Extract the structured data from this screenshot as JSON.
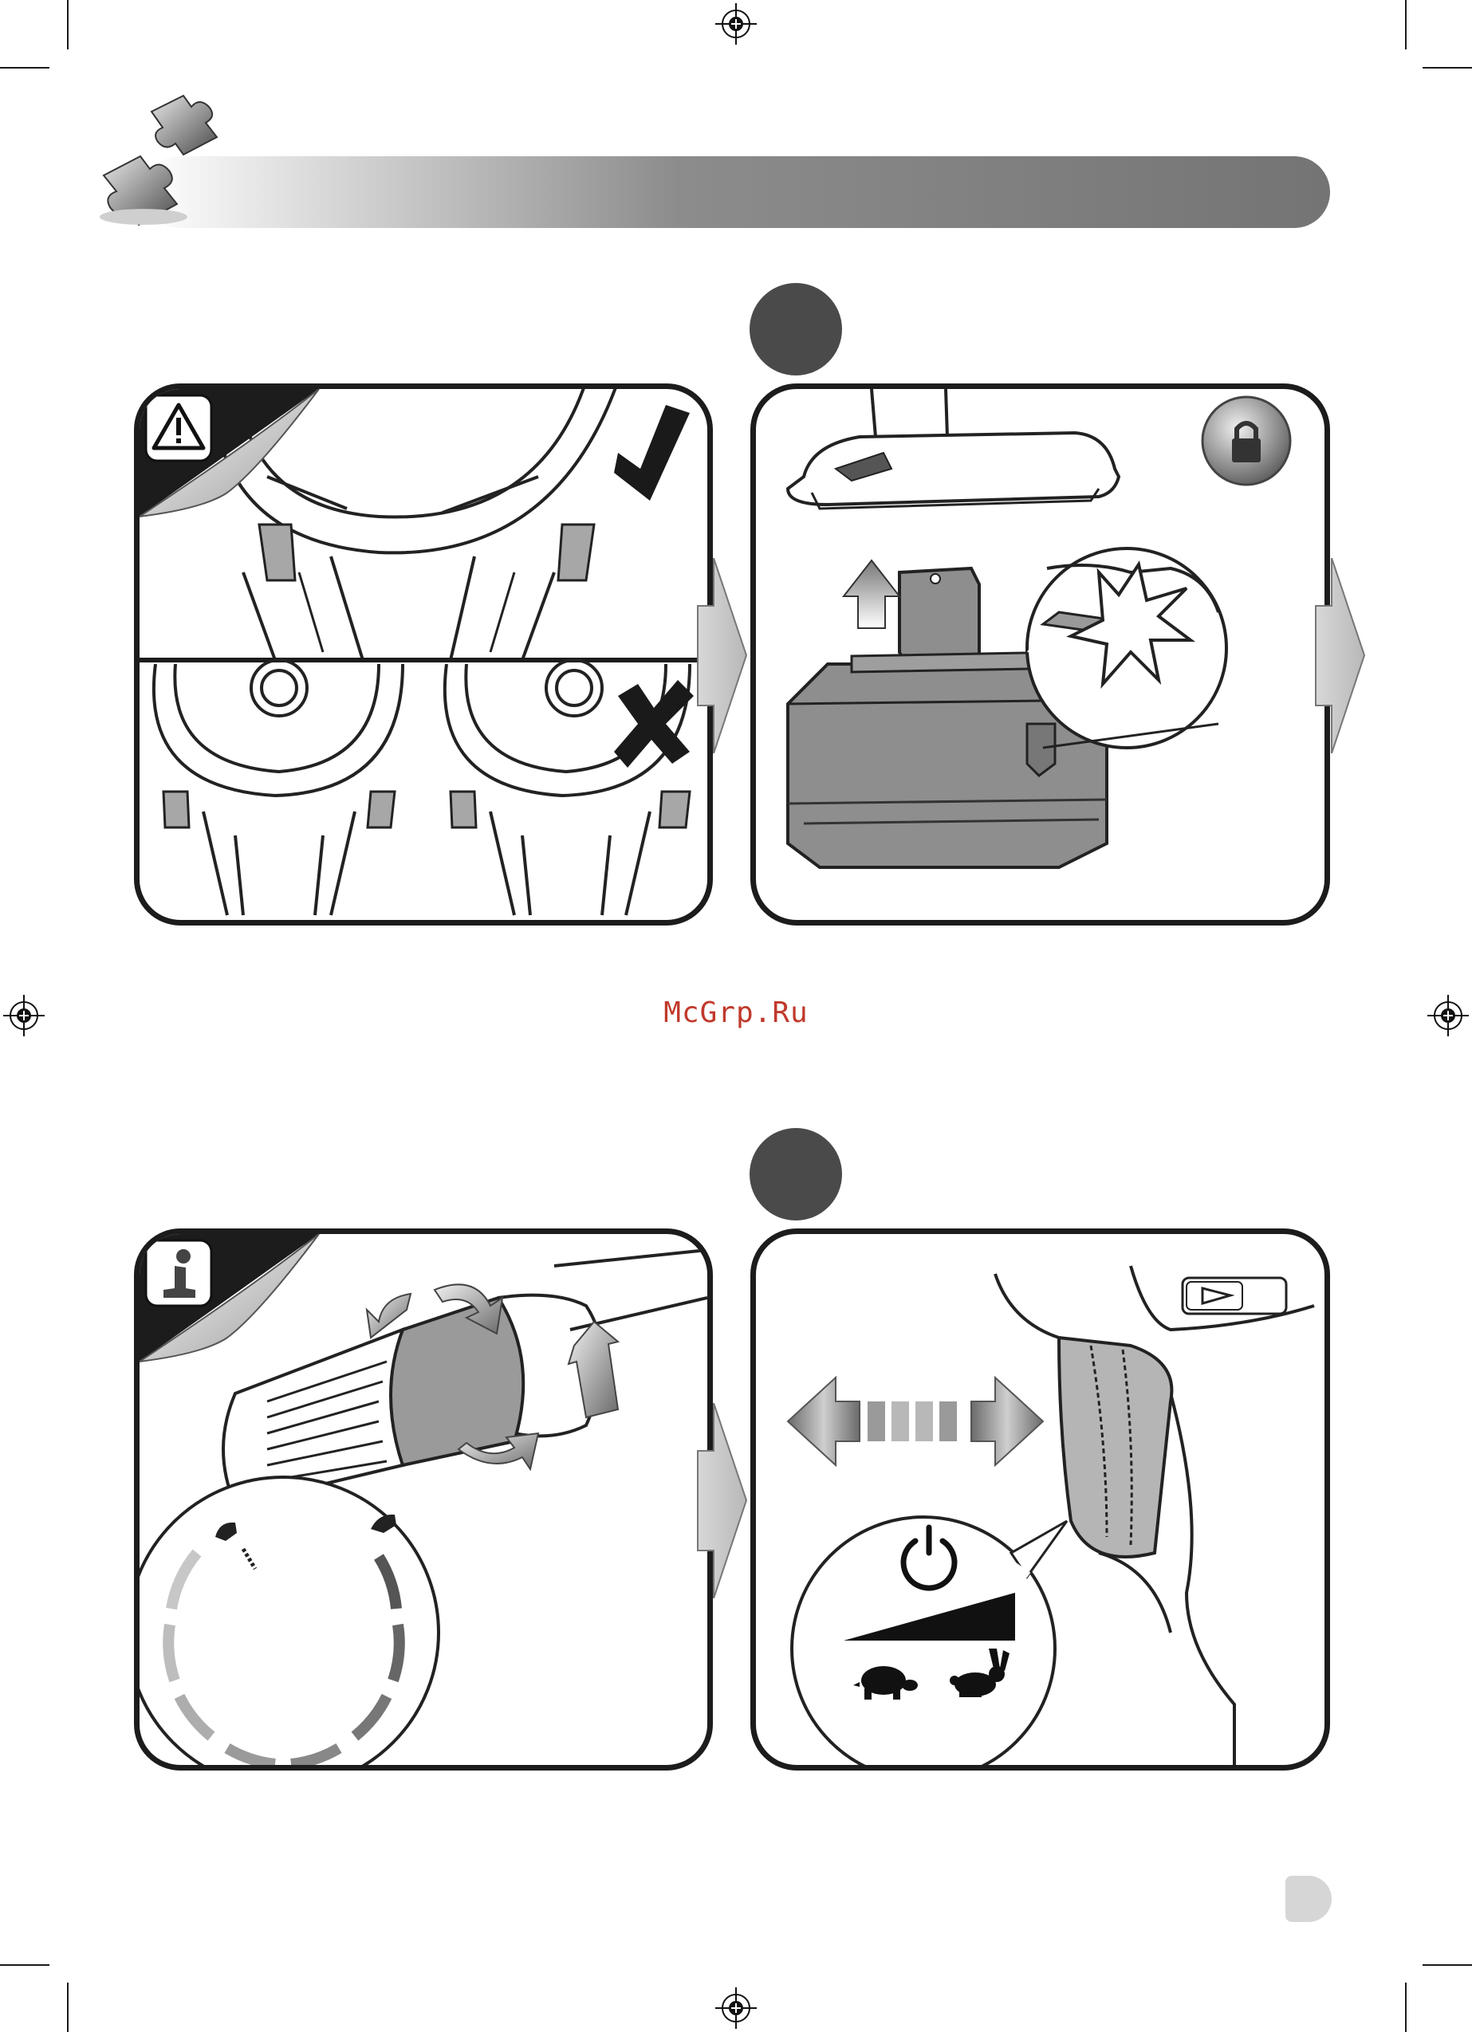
{
  "watermark": {
    "text": "McGrp.Ru",
    "color": "#c0392b"
  },
  "header": {
    "icon": "puzzle-pieces-icon",
    "banner_gradient": [
      "#ffffff",
      "#7a7a7a"
    ]
  },
  "steps": [
    {
      "panel": "battery-alignment",
      "icons": [
        "warning-icon",
        "checkmark-icon",
        "cross-icon"
      ]
    },
    {
      "panel": "battery-insertion",
      "icons": [
        "lock-icon",
        "up-arrow-icon",
        "click-burst-icon"
      ]
    },
    {
      "panel": "torque-setting",
      "icons": [
        "info-icon",
        "rotate-arrows-icon",
        "clutch-dial-icon"
      ]
    },
    {
      "panel": "variable-speed-trigger",
      "icons": [
        "power-icon",
        "tortoise-icon",
        "rabbit-icon",
        "double-arrow-icon",
        "play-icon"
      ]
    }
  ],
  "colors": {
    "badge": "#4a4a4a",
    "panel_border": "#1c1c1c",
    "page_tab": "#d6d6d6"
  }
}
